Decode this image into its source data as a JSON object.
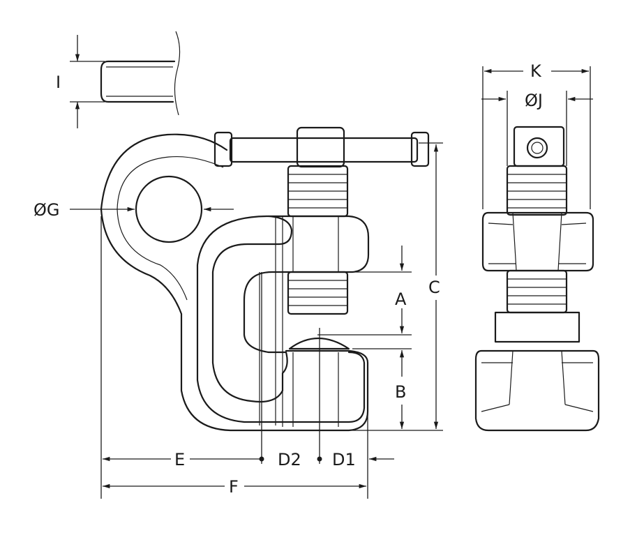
{
  "title": "Clamp dimension drawing",
  "labels": {
    "I": "I",
    "K": "K",
    "J": "ØJ",
    "G": "ØG",
    "A": "A",
    "B": "B",
    "C": "C",
    "D2": "D2",
    "D1": "D1",
    "E": "E",
    "F": "F"
  }
}
